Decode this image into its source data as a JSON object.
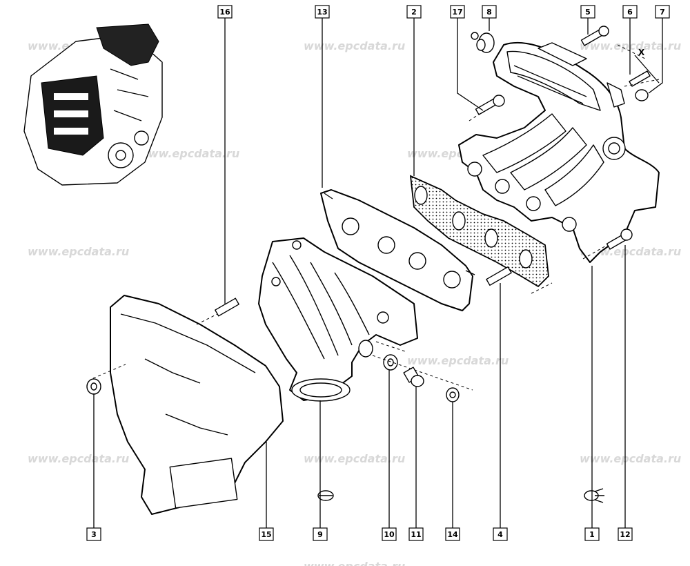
{
  "watermark": "www.epcdata.ru",
  "marker_x": "X",
  "callouts": [
    {
      "id": "16",
      "label": "16"
    },
    {
      "id": "13",
      "label": "13"
    },
    {
      "id": "2",
      "label": "2"
    },
    {
      "id": "17",
      "label": "17"
    },
    {
      "id": "8",
      "label": "8"
    },
    {
      "id": "5",
      "label": "5"
    },
    {
      "id": "6",
      "label": "6"
    },
    {
      "id": "7",
      "label": "7"
    },
    {
      "id": "3",
      "label": "3"
    },
    {
      "id": "15",
      "label": "15"
    },
    {
      "id": "9",
      "label": "9"
    },
    {
      "id": "10",
      "label": "10"
    },
    {
      "id": "11",
      "label": "11"
    },
    {
      "id": "14",
      "label": "14"
    },
    {
      "id": "4",
      "label": "4"
    },
    {
      "id": "1",
      "label": "1"
    },
    {
      "id": "12",
      "label": "12"
    }
  ]
}
